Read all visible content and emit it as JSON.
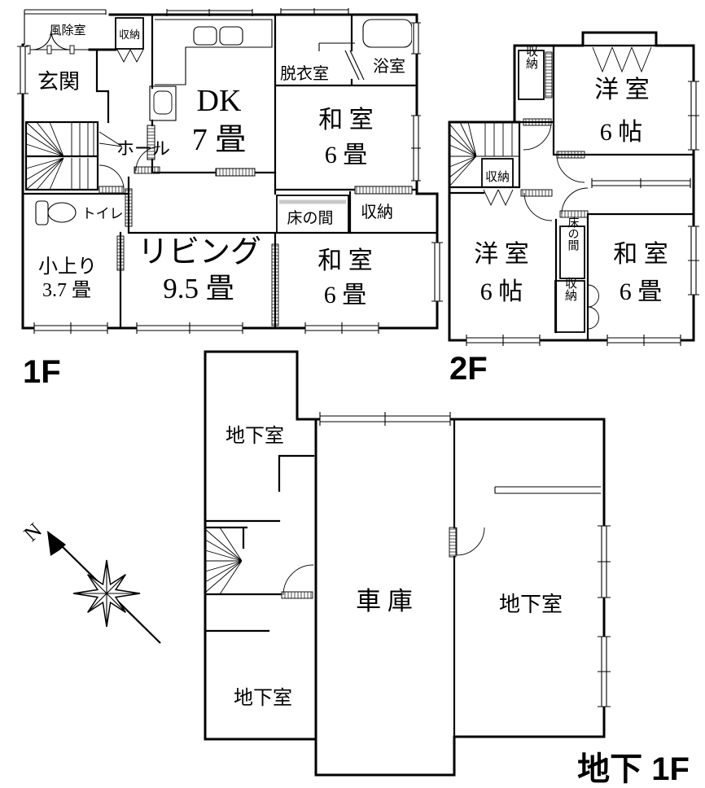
{
  "floor1": {
    "label": "1F",
    "rooms": {
      "vestibule": "風除室",
      "storage_top": "収納",
      "entrance": "玄関",
      "dk1": "DK",
      "dk2": "7 畳",
      "dressing": "脱衣室",
      "bath": "浴室",
      "washitsu_n1": "和 室",
      "washitsu_n2": "6 畳",
      "hall": "ホール",
      "tokonoma": "床の間",
      "storage_mid": "収納",
      "toilet": "トイレ",
      "living1": "リビング",
      "living2": "9.5 畳",
      "koagari1": "小上り",
      "koagari2": "3.7 畳",
      "washitsu_s1": "和 室",
      "washitsu_s2": "6 畳"
    }
  },
  "floor2": {
    "label": "2F",
    "rooms": {
      "storage_top": "収納",
      "yoshitsu_n1": "洋 室",
      "yoshitsu_n2": "6 帖",
      "storage_mid": "収納",
      "yoshitsu_w1": "洋 室",
      "yoshitsu_w2": "6 帖",
      "tokonoma": "床の間",
      "storage_s": "収納",
      "washitsu1": "和 室",
      "washitsu2": "6 畳"
    }
  },
  "basement": {
    "label": "地下 1F",
    "rooms": {
      "cellar_n": "地下室",
      "cellar_w": "地下室",
      "garage": "車 庫",
      "cellar_e": "地下室"
    }
  },
  "compass": {
    "north": "N"
  }
}
